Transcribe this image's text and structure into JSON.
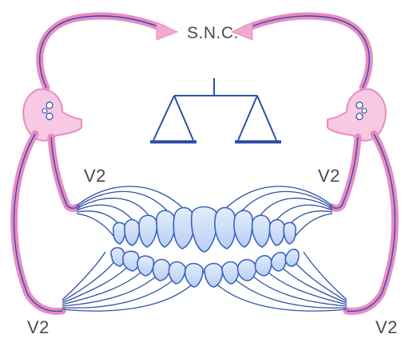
{
  "labels": {
    "center": "S.N.C.",
    "upper_left": "V2",
    "upper_right": "V2",
    "lower_left": "V2",
    "lower_right": "V2"
  },
  "colors": {
    "nerve_pink": "#e98bc3",
    "ganglion_pink": "#f7c9e2",
    "nerve_blue": "#2f4fa6",
    "tooth_fill": "#c9dbf6",
    "tooth_stroke": "#3a62c2",
    "balance": "#2f4fa6"
  },
  "icons": [
    "balance-scale-icon",
    "ganglion-icon",
    "arrow-icon",
    "tooth-icon"
  ]
}
